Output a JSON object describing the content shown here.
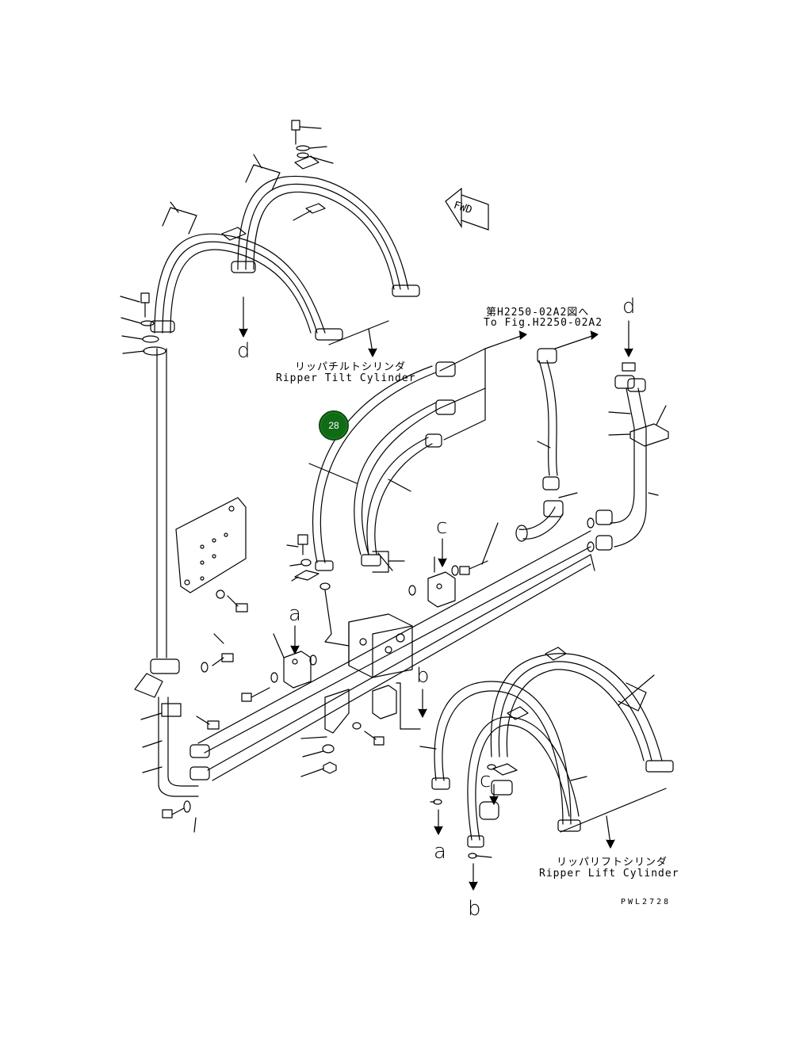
{
  "callout": {
    "number": "28"
  },
  "direction_marker": {
    "text": "FWD"
  },
  "labels": {
    "tilt_jp": "リッパチルトシリンダ",
    "tilt_en": "Ripper Tilt Cylinder",
    "lift_jp": "リッパリフトシリンダ",
    "lift_en": "Ripper Lift Cylinder",
    "ref_jp": "第H2250-02A2図へ",
    "ref_en": "To Fig.H2250-02A2",
    "drawing_code": "PWL2728"
  },
  "letters": {
    "a_top": "a",
    "a_bottom": "a",
    "b_top": "b",
    "b_bottom": "b",
    "c_top": "c",
    "c_bottom": "c",
    "d_top": "d",
    "d_left": "d"
  },
  "colors": {
    "line": "#000000",
    "callout_fill": "#0f6b14",
    "background": "#ffffff"
  }
}
